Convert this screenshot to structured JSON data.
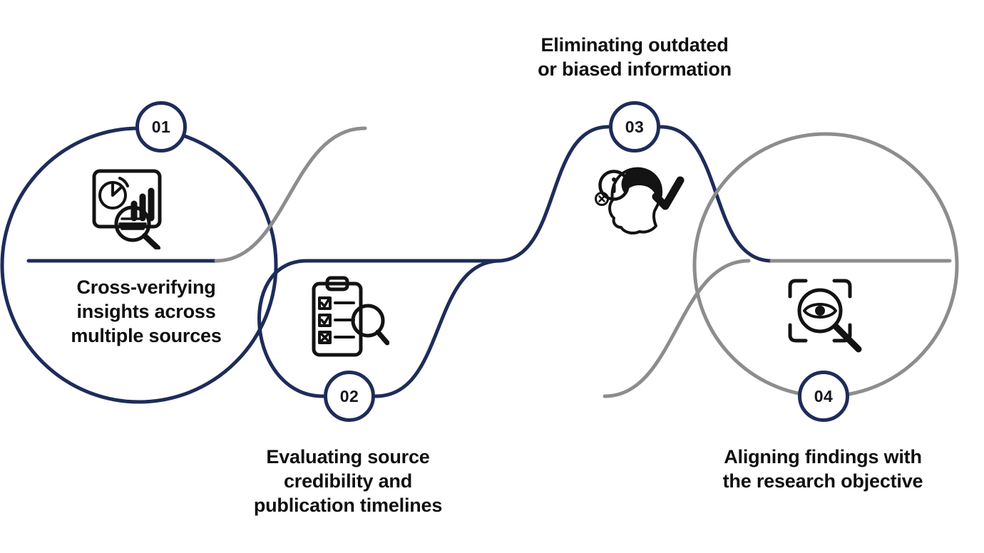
{
  "diagram": {
    "colors": {
      "navy": "#1e2c5a",
      "gray": "#8d8d8d",
      "ink": "#131313",
      "text": "#0f0f0f",
      "badge_background": "#ffffff"
    },
    "steps": [
      {
        "number": "01",
        "label": "Cross-verifying\ninsights across\nmultiple sources",
        "icon": "chart-magnifier-icon"
      },
      {
        "number": "02",
        "label": "Evaluating source\ncredibility and\npublication timelines",
        "icon": "checklist-magnifier-icon"
      },
      {
        "number": "03",
        "label": "Eliminating outdated\nor biased information",
        "icon": "person-info-check-icon"
      },
      {
        "number": "04",
        "label": "Aligning findings with\nthe research objective",
        "icon": "eye-focus-magnifier-icon"
      }
    ]
  }
}
